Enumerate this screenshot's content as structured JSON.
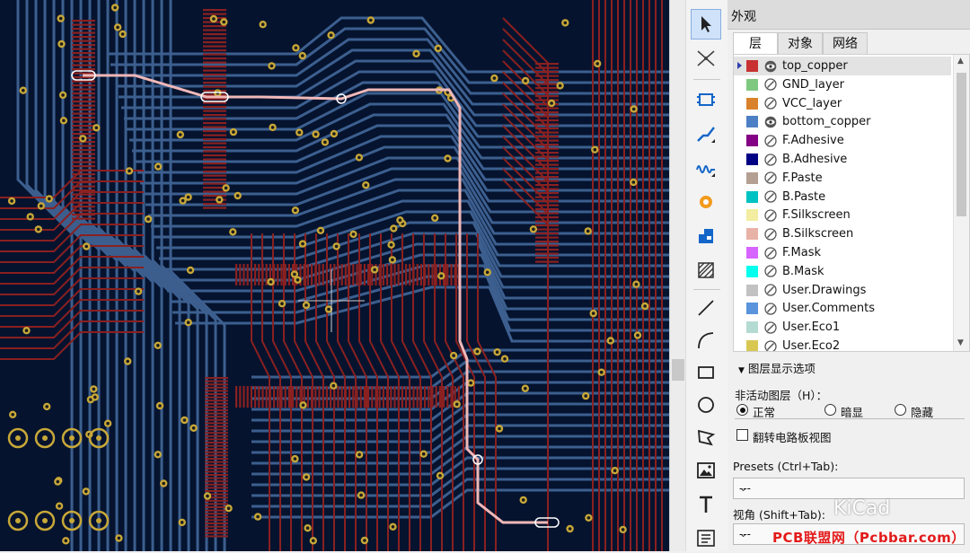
{
  "panel": {
    "title": "外观",
    "tabs": [
      "层",
      "对象",
      "网络"
    ],
    "layers": [
      {
        "name": "top_copper",
        "color": "#c83232",
        "visibility": "eye",
        "active": true
      },
      {
        "name": "GND_layer",
        "color": "#7fc87f",
        "visibility": "hidden",
        "active": false
      },
      {
        "name": "VCC_layer",
        "color": "#d9822b",
        "visibility": "hidden",
        "active": false
      },
      {
        "name": "bottom_copper",
        "color": "#4d7fc4",
        "visibility": "eye",
        "active": false
      },
      {
        "name": "F.Adhesive",
        "color": "#840084",
        "visibility": "hidden",
        "active": false
      },
      {
        "name": "B.Adhesive",
        "color": "#000084",
        "visibility": "hidden",
        "active": false
      },
      {
        "name": "F.Paste",
        "color": "#b4a093",
        "visibility": "hidden",
        "active": false
      },
      {
        "name": "B.Paste",
        "color": "#00c2c2",
        "visibility": "hidden",
        "active": false
      },
      {
        "name": "F.Silkscreen",
        "color": "#f2eda1",
        "visibility": "hidden",
        "active": false
      },
      {
        "name": "B.Silkscreen",
        "color": "#e8b2a7",
        "visibility": "hidden",
        "active": false
      },
      {
        "name": "F.Mask",
        "color": "#d864ff",
        "visibility": "hidden",
        "active": false
      },
      {
        "name": "B.Mask",
        "color": "#02ffee",
        "visibility": "hidden",
        "active": false
      },
      {
        "name": "User.Drawings",
        "color": "#c2c2c2",
        "visibility": "hidden",
        "active": false
      },
      {
        "name": "User.Comments",
        "color": "#5994dc",
        "visibility": "hidden",
        "active": false
      },
      {
        "name": "User.Eco1",
        "color": "#b4dbd2",
        "visibility": "hidden",
        "active": false
      },
      {
        "name": "User.Eco2",
        "color": "#d8c852",
        "visibility": "hidden",
        "active": false
      }
    ],
    "layer_display_options": "图层显示选项",
    "inactive_layers_label": "非活动图层（H）：",
    "inactive_modes": [
      "正常",
      "暗显",
      "隐藏"
    ],
    "inactive_selected": 0,
    "flip_board_label": "翻转电路板视图",
    "flip_board_checked": false,
    "presets_label": "Presets (Ctrl+Tab):",
    "presets_value": "---",
    "viewport_label": "视角 (Shift+Tab):",
    "viewport_value": "---"
  },
  "toolbar": {
    "tools": [
      "select-tool",
      "local-ratsnest-tool",
      "add-footprint-tool",
      "route-track-tool",
      "tune-length-tool",
      "add-via-tool",
      "add-zone-tool",
      "add-rule-area-tool",
      "draw-line-tool",
      "draw-arc-tool",
      "draw-rectangle-tool",
      "draw-circle-tool",
      "draw-polygon-tool",
      "add-image-tool",
      "add-text-tool",
      "add-textbox-tool"
    ]
  },
  "watermark": {
    "text": "KiCad",
    "site": "PCB联盟网（Pcbbar.com）"
  },
  "colors": {
    "board_bg": "#05132e",
    "front_copper": "#8a2020",
    "back_copper": "#3c5f8f",
    "pad": "#c8a838",
    "highlight": "#f0b8b8"
  }
}
